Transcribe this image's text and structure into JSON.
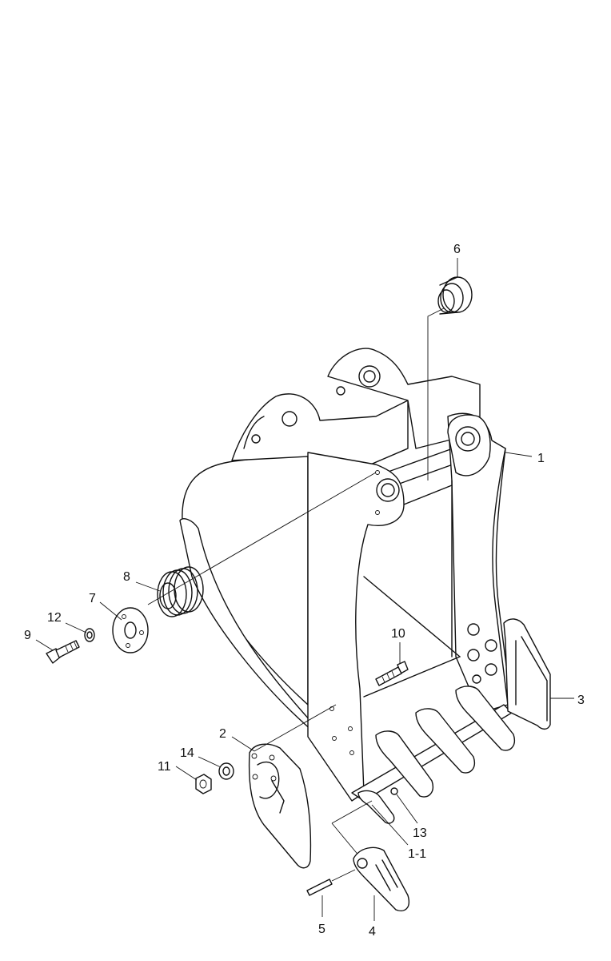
{
  "diagram": {
    "labels": {
      "p1": "1",
      "p1_1": "1-1",
      "p2": "2",
      "p3": "3",
      "p4": "4",
      "p5": "5",
      "p6": "6",
      "p7": "7",
      "p8": "8",
      "p9": "9",
      "p10": "10",
      "p11": "11",
      "p12": "12",
      "p13": "13",
      "p14": "14"
    }
  }
}
